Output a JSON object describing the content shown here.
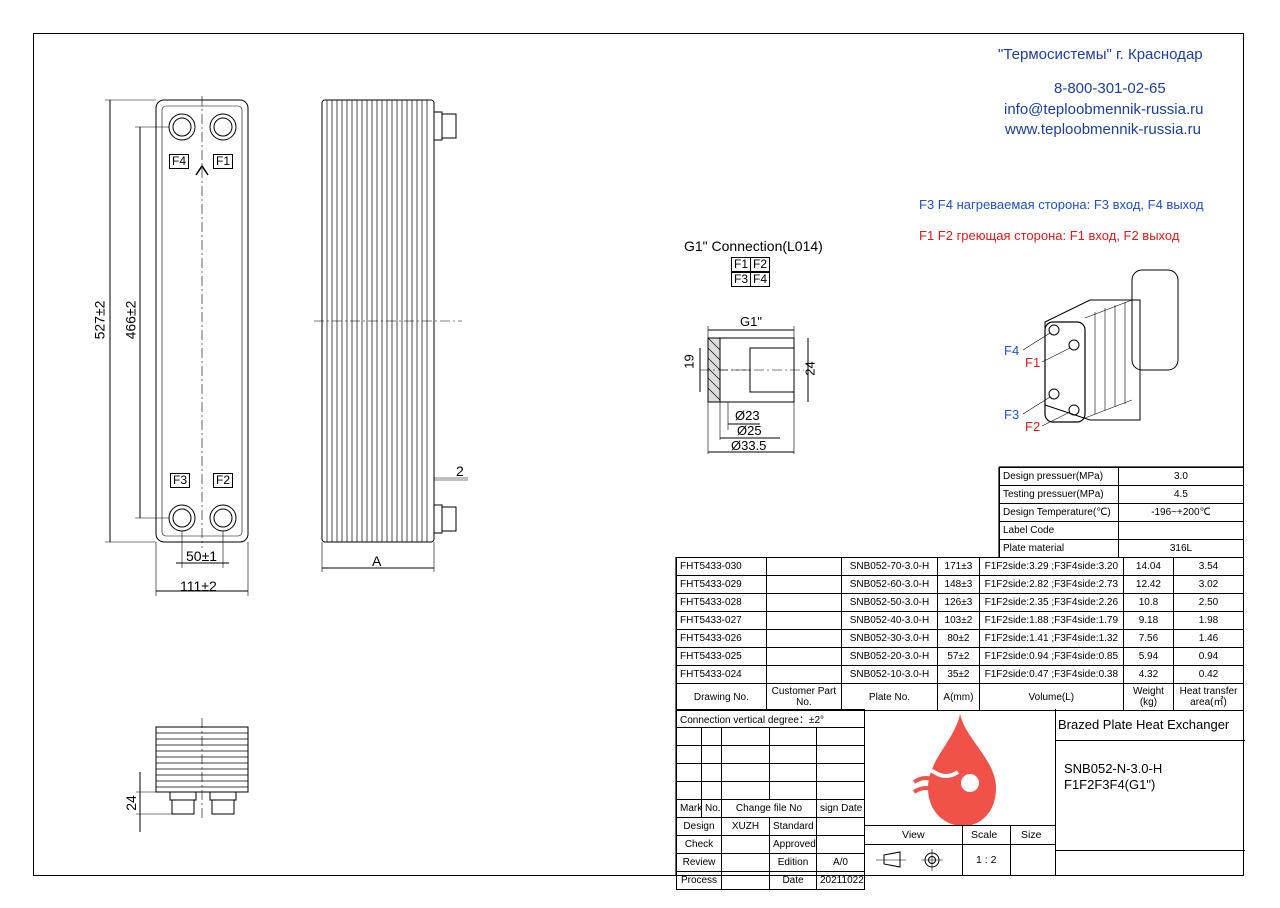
{
  "header": {
    "company": "\"Термосистемы\" г. Краснодар",
    "phone": "8-800-301-02-65",
    "email": "info@teploobmennik-russia.ru",
    "website": "www.teploobmennik-russia.ru"
  },
  "notes": {
    "heated_side": "F3 F4 нагреваемая сторона: F3  вход, F4 выход",
    "heating_side": "F1 F2 греющая сторона: F1  вход, F2 выход"
  },
  "front_view": {
    "port_f4": "F4",
    "port_f1": "F1",
    "port_f3": "F3",
    "port_f2": "F2",
    "arrow": "^",
    "dim_height_outer": "527±2",
    "dim_height_inner": "466±2",
    "dim_port_spacing": "50±1",
    "dim_width": "111±2"
  },
  "side_view": {
    "dim_a": "A",
    "dim_2": "2"
  },
  "bottom_view": {
    "dim_24": "24"
  },
  "connection": {
    "title": "G1\" Connection(L014)",
    "ports_row1": [
      "F1",
      "F2"
    ],
    "ports_row2": [
      "F3",
      "F4"
    ],
    "thread": "G1\"",
    "dim_19": "19",
    "dim_24": "24",
    "dia_23": "Ø23",
    "dia_25": "Ø25",
    "dia_33": "Ø33.5"
  },
  "iso_view": {
    "f4": "F4",
    "f1": "F1",
    "f3": "F3",
    "f2": "F2"
  },
  "specs": [
    {
      "label": "Design pressuer(MPa)",
      "value": "3.0"
    },
    {
      "label": "Testing pressuer(MPa)",
      "value": "4.5"
    },
    {
      "label": "Design Temperature(℃)",
      "value": "-196~+200℃"
    },
    {
      "label": "Label Code",
      "value": ""
    },
    {
      "label": "Plate material",
      "value": "316L"
    }
  ],
  "models": {
    "headers": {
      "drawing_no": "Drawing No.",
      "customer_part": "Customer Part No.",
      "plate_no": "Plate No.",
      "a_mm": "A(mm)",
      "volume": "Volume(L)",
      "weight": "Weight (kg)",
      "area": "Heat transfer area(㎡)"
    },
    "rows": [
      {
        "drawing": "FHT5433-030",
        "customer": "",
        "plate": "SNB052-70-3.0-H",
        "a": "171±3",
        "volume": "F1F2side:3.29 ;F3F4side:3.20",
        "weight": "14.04",
        "area": "3.54"
      },
      {
        "drawing": "FHT5433-029",
        "customer": "",
        "plate": "SNB052-60-3.0-H",
        "a": "148±3",
        "volume": "F1F2side:2.82 ;F3F4side:2.73",
        "weight": "12.42",
        "area": "3.02"
      },
      {
        "drawing": "FHT5433-028",
        "customer": "",
        "plate": "SNB052-50-3.0-H",
        "a": "126±3",
        "volume": "F1F2side:2.35 ;F3F4side:2.26",
        "weight": "10.8",
        "area": "2.50"
      },
      {
        "drawing": "FHT5433-027",
        "customer": "",
        "plate": "SNB052-40-3.0-H",
        "a": "103±2",
        "volume": "F1F2side:1.88 ;F3F4side:1.79",
        "weight": "9.18",
        "area": "1.98"
      },
      {
        "drawing": "FHT5433-026",
        "customer": "",
        "plate": "SNB052-30-3.0-H",
        "a": "80±2",
        "volume": "F1F2side:1.41 ;F3F4side:1.32",
        "weight": "7.56",
        "area": "1.46"
      },
      {
        "drawing": "FHT5433-025",
        "customer": "",
        "plate": "SNB052-20-3.0-H",
        "a": "57±2",
        "volume": "F1F2side:0.94 ;F3F4side:0.85",
        "weight": "5.94",
        "area": "0.94"
      },
      {
        "drawing": "FHT5433-024",
        "customer": "",
        "plate": "SNB052-10-3.0-H",
        "a": "35±2",
        "volume": "F1F2side:0.47 ;F3F4side:0.38",
        "weight": "4.32",
        "area": "0.42"
      }
    ]
  },
  "title_block": {
    "connection_degree": "Connection vertical degree：±2°",
    "product_name": "Brazed Plate Heat Exchanger",
    "model_line1": "SNB052-N-3.0-H",
    "model_line2": "F1F2F3F4(G1\")",
    "mark": "Mark",
    "no": "No.",
    "change_file": "Change file No",
    "sign": "sign",
    "date": "Date",
    "design": "Design",
    "design_name": "XUZH",
    "standard": "Standard",
    "check": "Check",
    "approved": "Approved",
    "review": "Review",
    "edition": "Edition",
    "edition_val": "A/0",
    "process": "Process",
    "date2": "Date",
    "date_val": "20211022",
    "view": "View",
    "scale": "Scale",
    "scale_val": "1 : 2",
    "size": "Size"
  },
  "colors": {
    "header_blue": "#1a3fa0",
    "note_blue": "#1f4fd0",
    "note_red": "#e01a1a",
    "logo_red": "#f0524a"
  }
}
